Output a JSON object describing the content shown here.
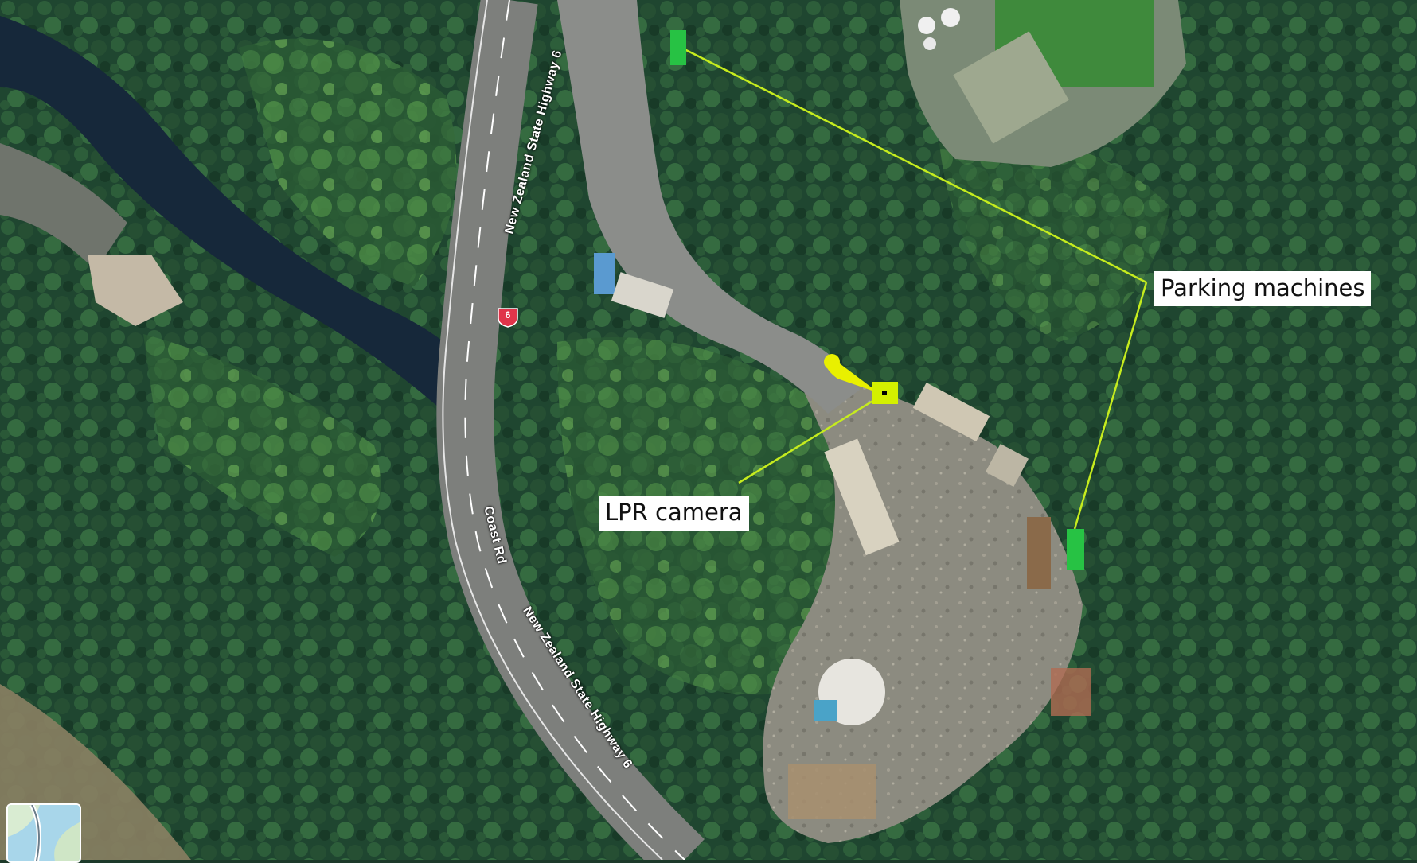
{
  "map": {
    "view": "satellite",
    "road_labels": [
      "New Zealand State Highway 6",
      "Coast Rd",
      "New Zealand State Highway 6"
    ],
    "highway_shield": "6"
  },
  "annotations": {
    "lpr_camera": {
      "label": "LPR camera",
      "color": "#d4f000"
    },
    "parking_machines": {
      "label": "Parking machines",
      "color": "#27c244",
      "count": 2
    },
    "leader_line_color": "#c6ec1e"
  },
  "controls": {
    "layer_toggle": {
      "icon": "map-layer-thumbnail-icon"
    }
  }
}
